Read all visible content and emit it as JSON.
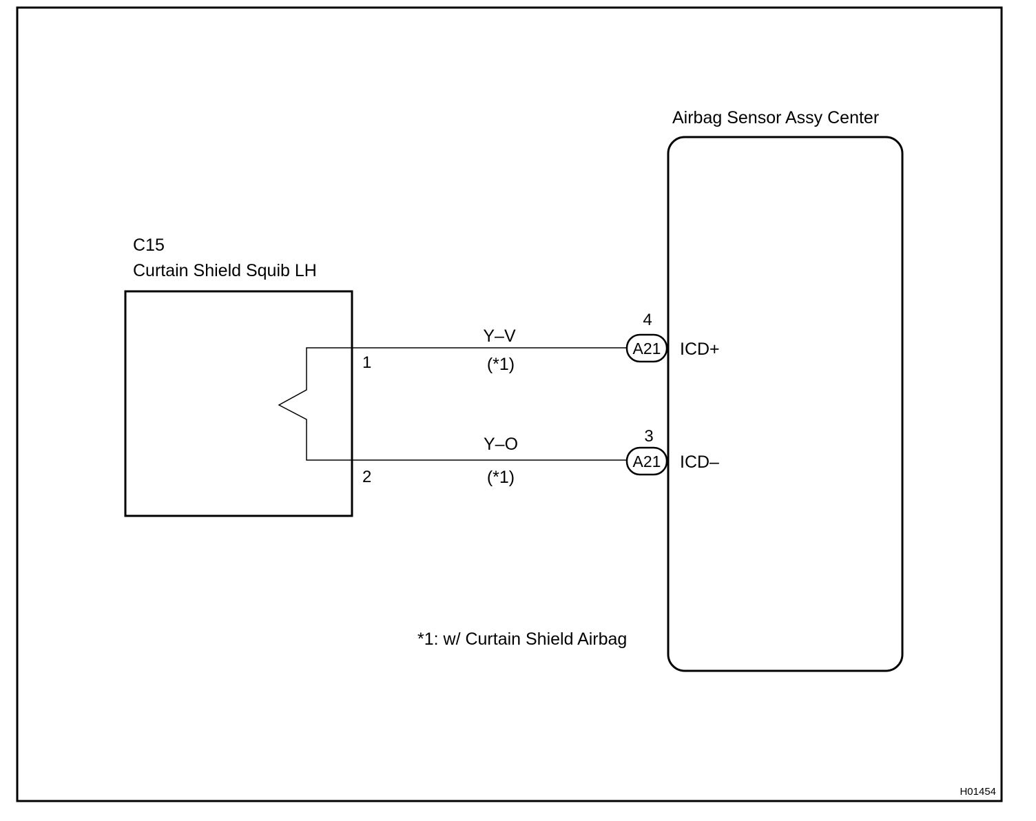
{
  "diagram": {
    "figure_code": "H01454",
    "footnote": "*1: w/ Curtain Shield Airbag",
    "squib": {
      "code": "C15",
      "name": "Curtain Shield Squib LH"
    },
    "sensor": {
      "name": "Airbag Sensor Assy Center"
    },
    "wires": [
      {
        "squib_pin": "1",
        "color": "Y–V",
        "note": "(*1)",
        "connector": "A21",
        "connector_pin": "4",
        "terminal": "ICD+"
      },
      {
        "squib_pin": "2",
        "color": "Y–O",
        "note": "(*1)",
        "connector": "A21",
        "connector_pin": "3",
        "terminal": "ICD–"
      }
    ]
  }
}
